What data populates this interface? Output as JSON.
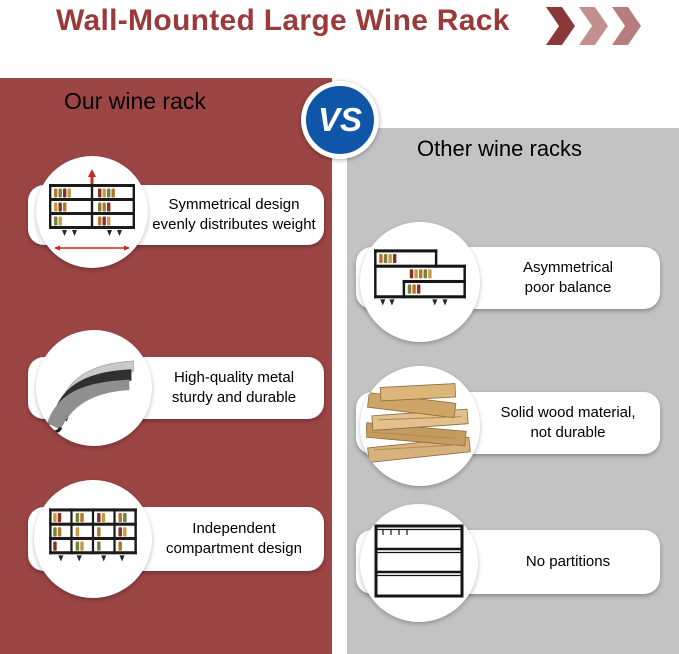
{
  "title": "Wall-Mounted Large Wine Rack",
  "vs_label": "VS",
  "left": {
    "heading": "Our wine rack",
    "items": [
      {
        "text": "Symmetrical design\nevenly distributes weight",
        "image": "symmetrical-wine-rack"
      },
      {
        "text": "High-quality metal\nsturdy and durable",
        "image": "curved-metal-sheets"
      },
      {
        "text": "Independent\ncompartment design",
        "image": "compartment-wine-rack"
      }
    ]
  },
  "right": {
    "heading": "Other wine racks",
    "items": [
      {
        "text": "Asymmetrical\npoor balance",
        "image": "asymmetrical-wine-rack"
      },
      {
        "text": "Solid wood material,\nnot durable",
        "image": "stacked-wood-planks"
      },
      {
        "text": "No partitions",
        "image": "open-wire-rack"
      }
    ]
  },
  "colors": {
    "title_text": "#9a3a3a",
    "left_panel": "#9c4545",
    "right_panel": "#c3c3c3",
    "vs_badge": "#0f56a8",
    "chevron_dark": "#8a3838",
    "chevron_mid": "#c28f8f",
    "chevron_light": "#b97c7c"
  }
}
